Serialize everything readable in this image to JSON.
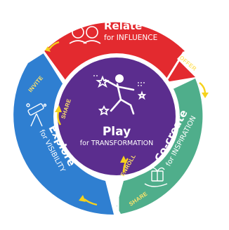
{
  "center": {
    "title": "Play",
    "subtitle": "for TRANSFORMATION"
  },
  "segments": {
    "relate": {
      "title": "Relate",
      "subtitle": "for INFLUENCE"
    },
    "cocreate": {
      "title": "Co-create",
      "subtitle": "for INSPIRATION"
    },
    "explore": {
      "title": "Explore",
      "subtitle": "for VISIBILITY"
    }
  },
  "transitions": {
    "offer": "OFFER",
    "enroll": "ENROLL",
    "share_outer": "SHARE",
    "invite": "INVITE",
    "share_inner": "SHARE"
  },
  "colors": {
    "relate": "#e32a2f",
    "cocreate": "#4fae8b",
    "explore": "#2f7fd1",
    "center": "#5b2d8e",
    "arrow": "#f6d21c",
    "accent_text": "#ffe36a"
  },
  "icons": [
    "two-people-talking-icon",
    "dancing-figure-icon",
    "telescope-icon",
    "hand-gift-icon"
  ]
}
